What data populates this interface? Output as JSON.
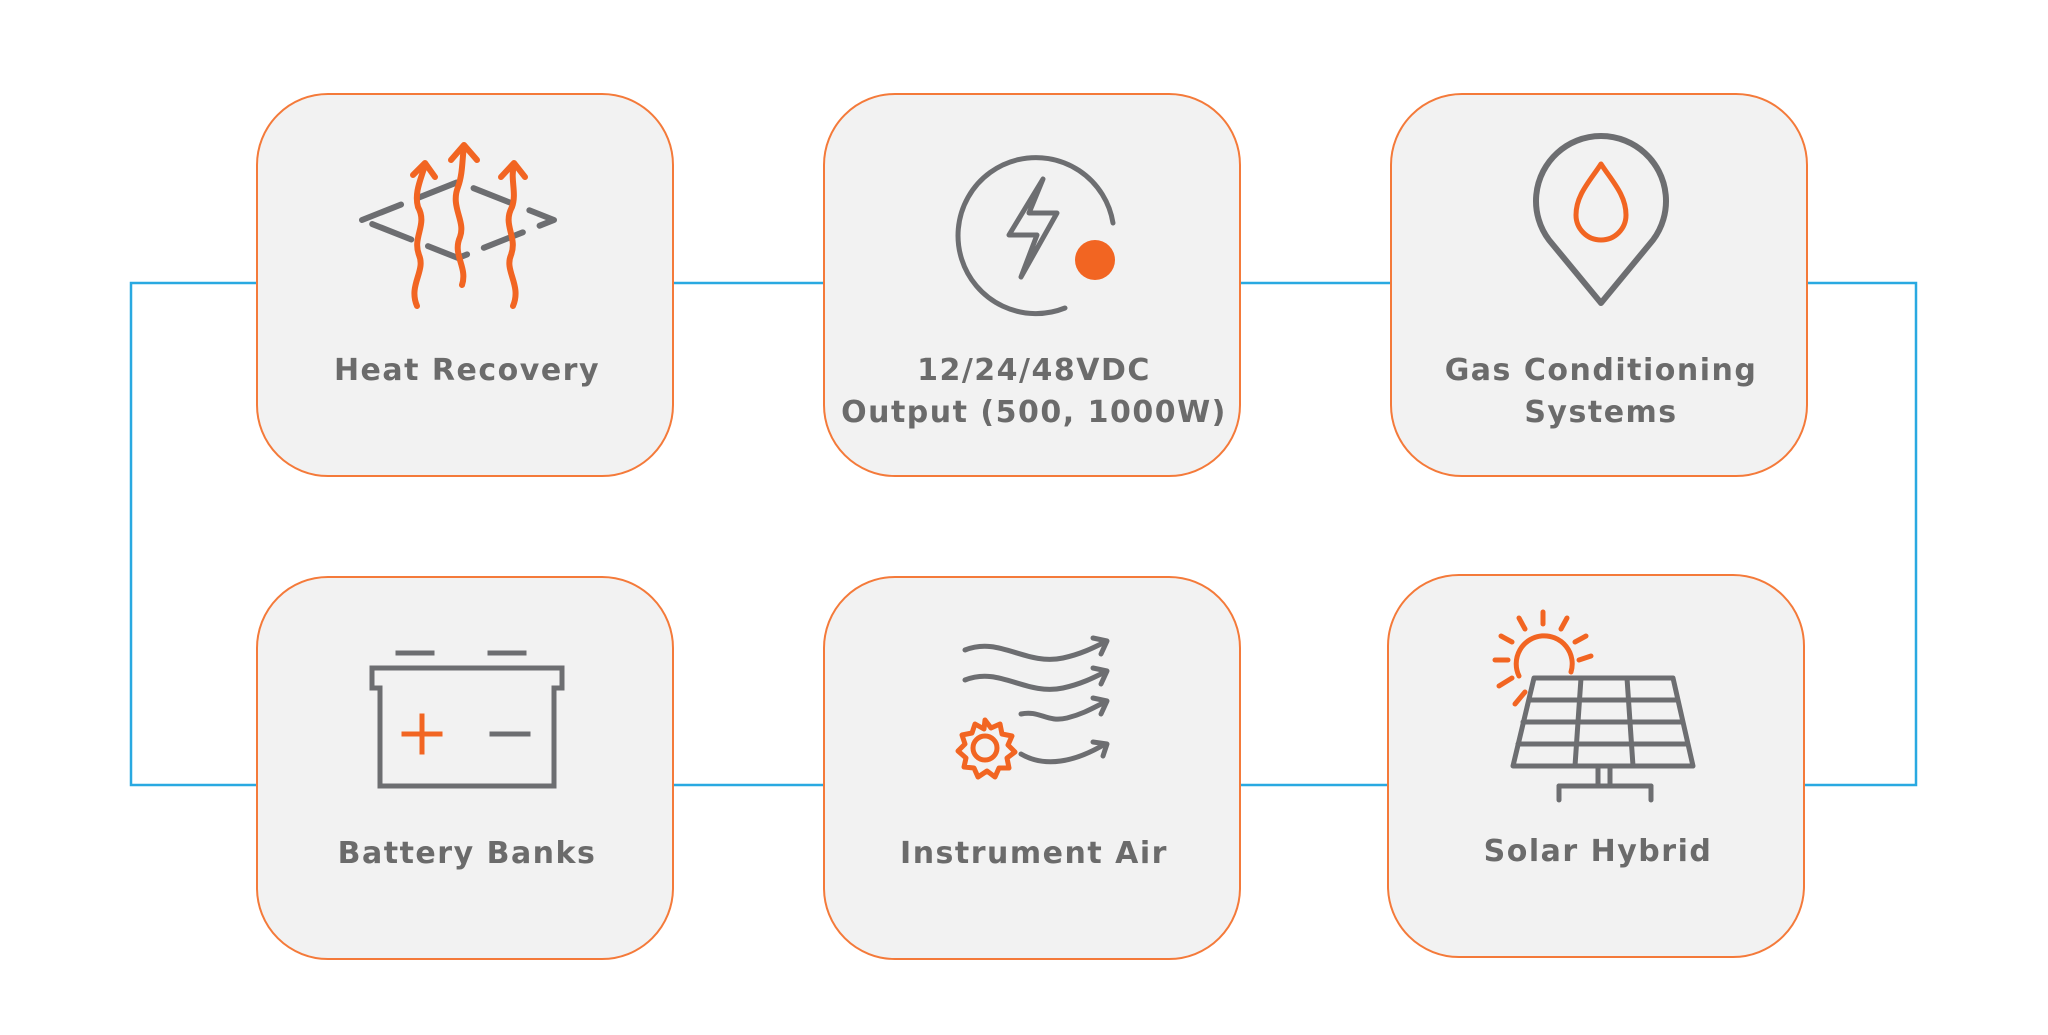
{
  "colors": {
    "accent": "#f47a3a",
    "icon_orange": "#f26522",
    "icon_gray": "#6d6e71",
    "connector": "#29a9e1",
    "card_bg": "#f2f2f2",
    "label_text": "#6b6b6b"
  },
  "cards": [
    {
      "label": "Heat Recovery",
      "icon": "heat-recovery-icon"
    },
    {
      "label": "12/24/48VDC\nOutput (500, 1000W)",
      "icon": "power-output-icon"
    },
    {
      "label": "Gas Conditioning\nSystems",
      "icon": "gas-drop-location-icon"
    },
    {
      "label": "Battery Banks",
      "icon": "battery-icon"
    },
    {
      "label": "Instrument Air",
      "icon": "instrument-air-icon"
    },
    {
      "label": "Solar Hybrid",
      "icon": "solar-panel-icon"
    }
  ]
}
